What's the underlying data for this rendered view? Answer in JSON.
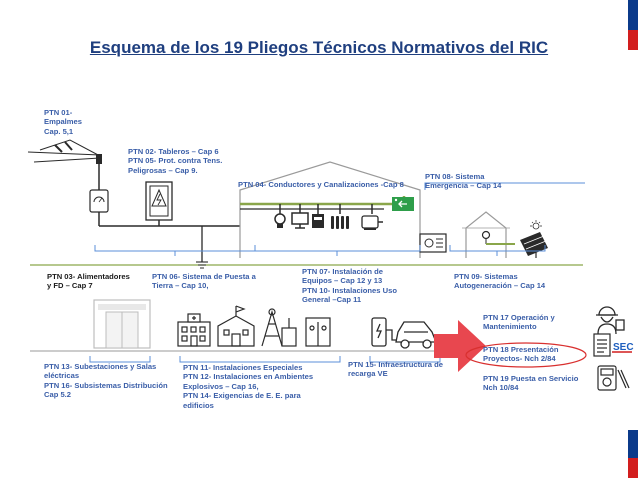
{
  "title": "Esquema de los 19 Pliegos Técnicos Normativos del RIC",
  "labels": {
    "ptn01": "PTN 01-\nEmpalmes\nCap. 5,1",
    "ptn02_05": "PTN 02- Tableros – Cap 6\nPTN 05- Prot. contra Tens.\nPeligrosas – Cap 9.",
    "ptn04": "PTN 04- Conductores y Canalizaciones -Cap 8",
    "ptn08": "PTN 08- Sistema\nEmergencia – Cap 14",
    "ptn03": "PTN 03- Alimentadores\ny FD – Cap 7",
    "ptn06": "PTN 06- Sistema de Puesta a\nTierra – Cap 10,",
    "ptn07_10": "PTN 07- Instalación de\nEquipos – Cap 12 y 13\nPTN 10- Instalaciones Uso\nGeneral –Cap 11",
    "ptn09": "PTN 09- Sistemas\nAutogeneración – Cap 14",
    "ptn17": "PTN 17 Operación y\nMantenimiento",
    "ptn18": "PTN 18 Presentación\nProyectos- Nch 2/84",
    "ptn19": "PTN 19 Puesta en Servicio\nNch 10/84",
    "ptn13_16": "PTN 13- Subestaciones y Salas\neléctricas\nPTN 16- Subsistemas Distribución\nCap 5.2",
    "ptn11_12_14": "PTN 11- Instalaciones Especiales\nPTN 12- Instalaciones en Ambientes\nExplosivos – Cap 16,\nPTN 14- Exigencias de E. E. para\nedificios",
    "ptn15": "PTN 15- Infraestructura de\nrecarga VE"
  },
  "logo_text": "SEC",
  "colors": {
    "label_blue": "#3a5ea8",
    "title_blue": "#1f3f7f",
    "brace_blue": "#5b8fd8",
    "line_gray": "#9a9a9a",
    "ground_green": "#8aa64a",
    "wire_dark": "#2a2a2a",
    "arrow_red": "#e8474f",
    "ellipse_red": "#d9302f",
    "flag_blue": "#0b3a8a",
    "flag_red": "#d21e1e",
    "emergency_green": "#2e9e4a"
  },
  "icons": [
    "meter-icon",
    "high-voltage-icon",
    "lightbulb-icon",
    "computer-icon",
    "printer-icon",
    "radiator-icon",
    "motor-icon",
    "emergency-exit-icon",
    "generator-icon",
    "solar-panel-icon",
    "hospital-icon",
    "school-icon",
    "mine-icon",
    "elevator-icon",
    "ev-charger-icon",
    "car-icon",
    "worker-icon",
    "document-icon",
    "multimeter-icon"
  ]
}
